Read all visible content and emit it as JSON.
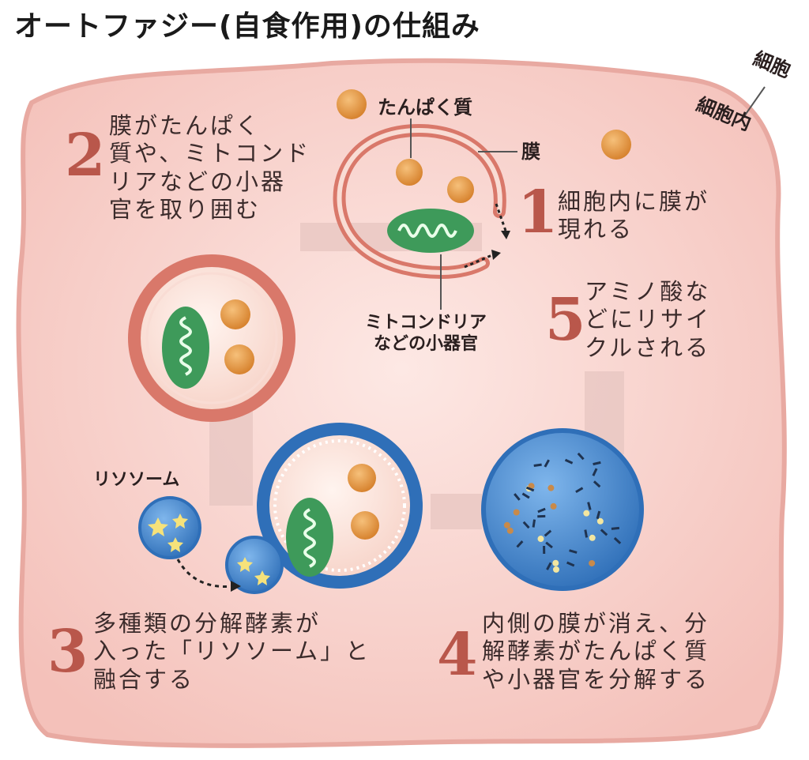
{
  "title": "オートファジー(自食作用)の仕組み",
  "labels": {
    "cell_membrane": "細胞",
    "cell_inside": "細胞内",
    "protein": "たんぱく質",
    "membrane": "膜",
    "organelle": "ミトコンドリア\nなどの小器官",
    "lysosome": "リソソーム"
  },
  "steps": [
    {
      "number": "1",
      "text": "細胞内に膜が\n現れる"
    },
    {
      "number": "2",
      "text": "膜がたんぱく\n質や、ミトコンド\nリアなどの小器\n官を取り囲む"
    },
    {
      "number": "3",
      "text": "多種類の分解酵素が\n入った「リソソーム」と\n融合する"
    },
    {
      "number": "4",
      "text": "内側の膜が消え、分\n解酵素がたんぱく質\nや小器官を分解する"
    },
    {
      "number": "5",
      "text": "アミノ酸な\nどにリサイ\nクルされる"
    }
  ],
  "colors": {
    "cell": "#f6c9c3",
    "cell_edge": "#e8a9a1",
    "membrane": "#d9786a",
    "protein": "#e59a43",
    "mitochondria": "#3e9a5a",
    "lysosome": "#2f6fb8",
    "step_number": "#b9574b"
  }
}
